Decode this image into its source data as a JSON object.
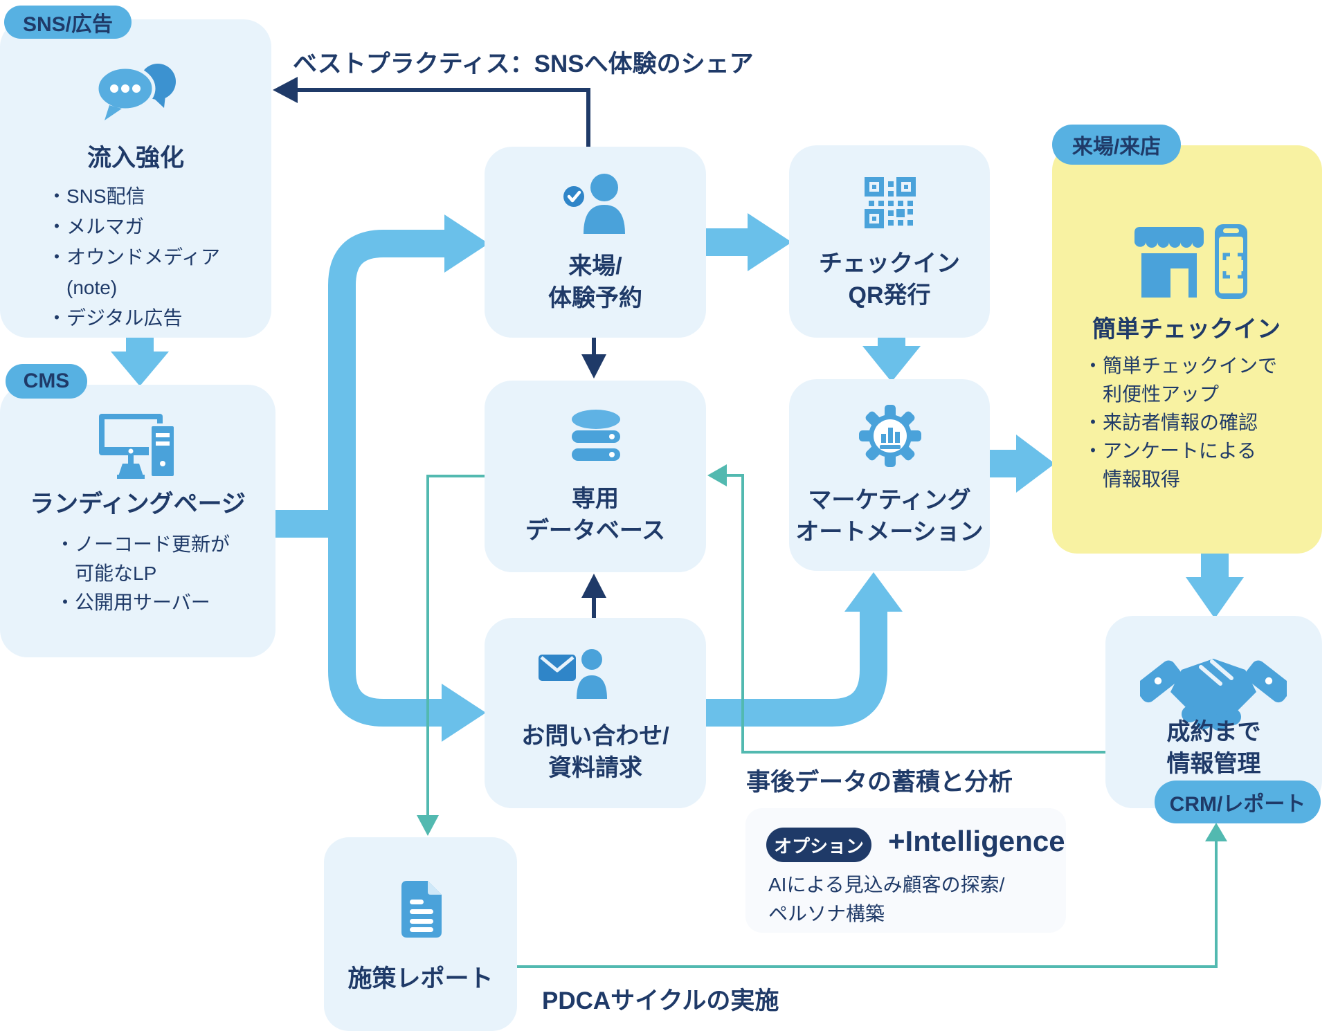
{
  "labels": {
    "best_practice": "ベストプラクティス：SNSへ体験のシェア",
    "post_data": "事後データの蓄積と分析",
    "pdca": "PDCAサイクルの実施"
  },
  "tags": {
    "sns": "SNS/広告",
    "cms": "CMS",
    "visit_store": "来場/来店",
    "crm": "CRM/レポート"
  },
  "nodes": {
    "sns": {
      "title": "流入強化",
      "bullets": [
        "・SNS配信",
        "・メルマガ",
        "・オウンドメディア",
        "　(note)",
        "・デジタル広告"
      ]
    },
    "cms": {
      "title": "ランディングページ",
      "bullets": [
        "・ノーコード更新が",
        "　可能なLP",
        "・公開用サーバー"
      ]
    },
    "visit": {
      "lines": [
        "来場/",
        "体験予約"
      ]
    },
    "qr": {
      "lines": [
        "チェックイン",
        "QR発行"
      ]
    },
    "db": {
      "lines": [
        "専用",
        "データベース"
      ]
    },
    "ma": {
      "lines": [
        "マーケティング",
        "オートメーション"
      ]
    },
    "contact": {
      "lines": [
        "お問い合わせ/",
        "資料請求"
      ]
    },
    "checkin": {
      "title": "簡単チェックイン",
      "bullets": [
        "・簡単チェックインで",
        "　利便性アップ",
        "・来訪者情報の確認",
        "・アンケートによる",
        "　情報取得"
      ]
    },
    "deal": {
      "lines": [
        "成約まで",
        "情報管理"
      ]
    },
    "report": {
      "title": "施策レポート"
    }
  },
  "intelligence": {
    "option": "オプション",
    "name": "+Intelligence",
    "desc": [
      "AIによる見込み顧客の探索/",
      "ペルソナ構築"
    ]
  },
  "icons": {
    "sns": "chat-bubbles-icon",
    "cms": "desktop-computer-icon",
    "visit": "person-check-icon",
    "qr": "qr-code-icon",
    "db": "database-icon",
    "ma": "gear-chart-icon",
    "contact": "mail-person-icon",
    "checkin": "store-phone-icon",
    "deal": "handshake-icon",
    "report": "document-icon"
  },
  "colors": {
    "navy": "#1f3a68",
    "tag_blue": "#57b1e2",
    "icon_blue": "#4aa2da",
    "icon_blue_light": "#5fb2e4",
    "icon_blue_dark": "#2f85c8",
    "pipe_blue": "#6ac0ea",
    "teal": "#52b9b0",
    "box_light_blue": "#e8f3fb",
    "box_yellow": "#f8f2a2",
    "card_white": "#f8fafd",
    "badge_navy": "#1f3a68"
  }
}
